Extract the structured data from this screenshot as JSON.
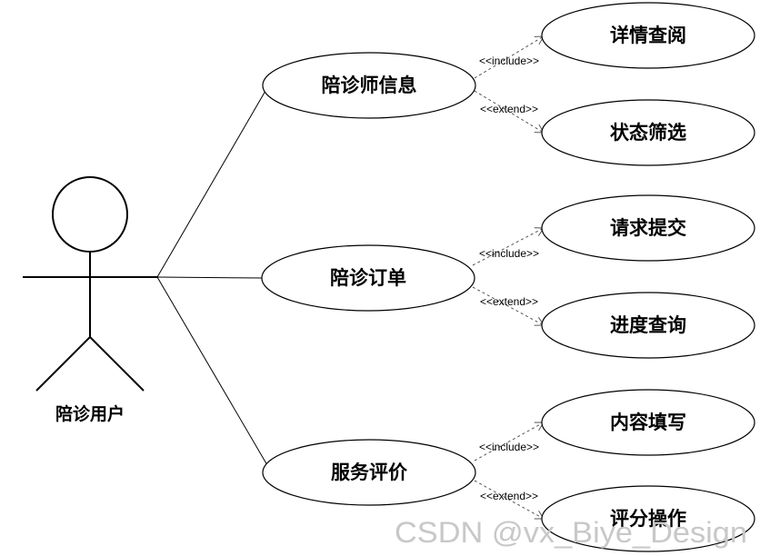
{
  "actor": {
    "label": "陪诊用户"
  },
  "use_cases": {
    "info": "陪诊师信息",
    "order": "陪诊订单",
    "review": "服务评价",
    "detail_view": "详情查阅",
    "status_filter": "状态筛选",
    "request_submit": "请求提交",
    "progress_query": "进度查询",
    "content_fill": "内容填写",
    "rating_op": "评分操作"
  },
  "stereotypes": {
    "include": "<<include>>",
    "extend": "<<extend>>"
  },
  "watermark": "CSDN @vx_Biye_Design"
}
